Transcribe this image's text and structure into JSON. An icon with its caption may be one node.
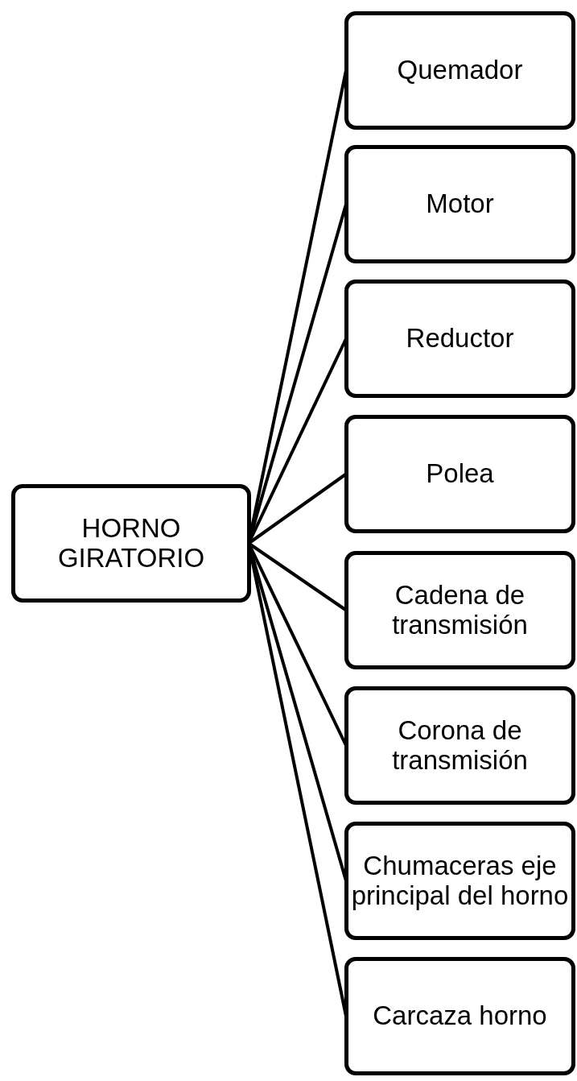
{
  "diagram": {
    "nodes": [
      {
        "text": [
          "HORNO GIRATORIO"
        ]
      },
      {
        "text": [
          "Quemador"
        ]
      },
      {
        "text": [
          "Motor"
        ]
      },
      {
        "text": [
          "Reductor"
        ]
      },
      {
        "text": [
          "Polea"
        ]
      },
      {
        "text": [
          "Cadena de transmisión"
        ]
      },
      {
        "text": [
          "Corona de transmisión"
        ]
      },
      {
        "text": [
          "Chumaceras eje principal del horno"
        ]
      },
      {
        "text": [
          "Carcaza horno"
        ]
      }
    ],
    "edges": [
      {
        "from": 0,
        "to": 1,
        "arrow": "none"
      },
      {
        "from": 0,
        "to": 2,
        "arrow": "none"
      },
      {
        "from": 0,
        "to": 3,
        "arrow": "none"
      },
      {
        "from": 0,
        "to": 4,
        "arrow": "none"
      },
      {
        "from": 0,
        "to": 5,
        "arrow": "none"
      },
      {
        "from": 0,
        "to": 6,
        "arrow": "none"
      },
      {
        "from": 0,
        "to": 7,
        "arrow": "none"
      },
      {
        "from": 0,
        "to": 8,
        "arrow": "none"
      }
    ]
  }
}
